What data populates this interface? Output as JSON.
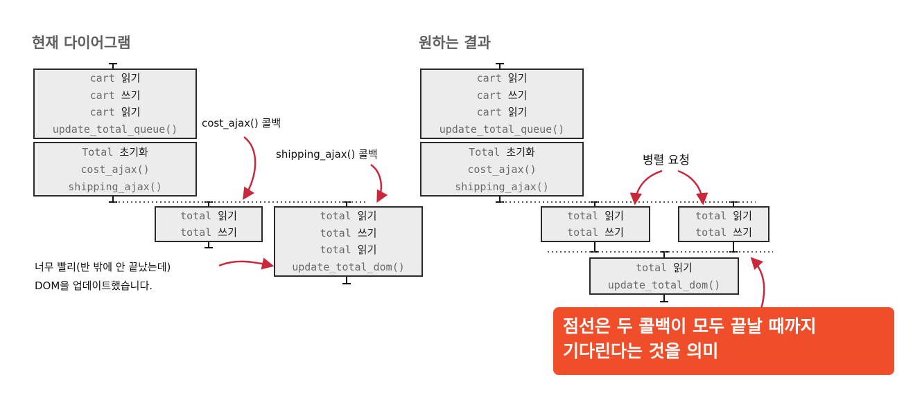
{
  "headings": {
    "left": "현재 다이어그램",
    "right": "원하는 결과"
  },
  "left": {
    "box1": [
      {
        "code": "cart",
        "kr": "읽기"
      },
      {
        "code": "cart",
        "kr": "쓰기"
      },
      {
        "code": "cart",
        "kr": "읽기"
      },
      {
        "code": "update_total_queue()",
        "kr": ""
      }
    ],
    "box2": [
      {
        "code": "Total",
        "kr": "초기화"
      },
      {
        "code": "cost_ajax()",
        "kr": ""
      },
      {
        "code": "shipping_ajax()",
        "kr": ""
      }
    ],
    "box3": [
      {
        "code": "total",
        "kr": "읽기"
      },
      {
        "code": "total",
        "kr": "쓰기"
      }
    ],
    "box4": [
      {
        "code": "total",
        "kr": "읽기"
      },
      {
        "code": "total",
        "kr": "쓰기"
      },
      {
        "code": "total",
        "kr": "읽기"
      },
      {
        "code": "update_total_dom()",
        "kr": ""
      }
    ],
    "annotations": {
      "cost": "cost_ajax() 콜백",
      "shipping": "shipping_ajax() 콜백",
      "too_fast_1": "너무 빨리(반 밖에 안 끝났는데)",
      "too_fast_2": "DOM을 업데이트했습니다."
    }
  },
  "right": {
    "box1": [
      {
        "code": "cart",
        "kr": "읽기"
      },
      {
        "code": "cart",
        "kr": "쓰기"
      },
      {
        "code": "cart",
        "kr": "읽기"
      },
      {
        "code": "update_total_queue()",
        "kr": ""
      }
    ],
    "box2": [
      {
        "code": "Total",
        "kr": "초기화"
      },
      {
        "code": "cost_ajax()",
        "kr": ""
      },
      {
        "code": "shipping_ajax()",
        "kr": ""
      }
    ],
    "box3": [
      {
        "code": "total",
        "kr": "읽기"
      },
      {
        "code": "total",
        "kr": "쓰기"
      }
    ],
    "box4": [
      {
        "code": "total",
        "kr": "읽기"
      },
      {
        "code": "total",
        "kr": "쓰기"
      }
    ],
    "box5": [
      {
        "code": "total",
        "kr": "읽기"
      },
      {
        "code": "update_total_dom()",
        "kr": ""
      }
    ],
    "annotations": {
      "parallel": "병렬 요청"
    }
  },
  "callout": {
    "line1": "점선은 두 콜백이 모두 끝날 때까지",
    "line2": "기다린다는 것을 의미"
  },
  "colors": {
    "arrow": "#c8283a",
    "callout_bg": "#f04e2a",
    "box_bg": "#ececec"
  }
}
